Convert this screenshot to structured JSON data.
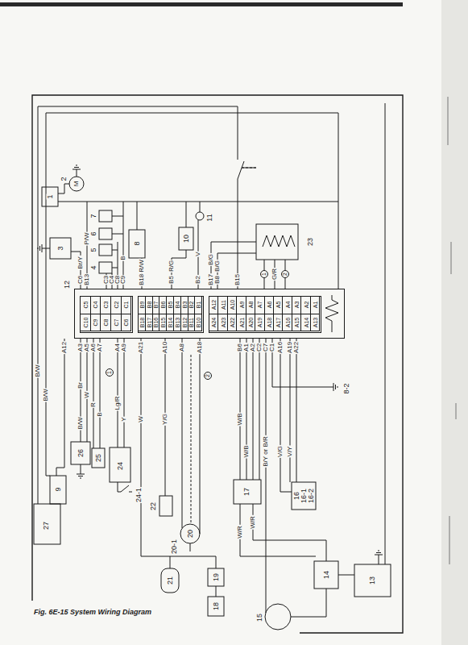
{
  "diagram": {
    "caption": "Fig. 6E-15 System Wiring Diagram",
    "nodes": [
      {
        "text": [
          "12"
        ]
      },
      {
        "text": [
          "C10",
          "C5",
          "C9",
          "C4",
          "C8",
          "C3",
          "C7",
          "C2",
          "C6",
          "C1"
        ],
        "in": 0
      },
      {
        "text": [
          "B18",
          "B9",
          "B17",
          "B8",
          "B16",
          "B7",
          "B15",
          "B6",
          "B14",
          "B5",
          "B13",
          "B4",
          "B12",
          "B3",
          "B11",
          "B2",
          "B10",
          "B1"
        ],
        "in": 0
      },
      {
        "text": [
          "A24",
          "A12",
          "A23",
          "A11",
          "A22",
          "A10",
          "A21",
          "A9",
          "A20",
          "A8",
          "A19",
          "A7",
          "A18",
          "A6",
          "A17",
          "A5",
          "A16",
          "A4",
          "A15",
          "A3",
          "A14",
          "A2",
          "A13",
          "A1"
        ],
        "in": 0
      }
    ],
    "labels": [
      "1",
      "2",
      "3",
      "4",
      "5",
      "6",
      "7",
      "8",
      "9",
      "10",
      "11",
      "13",
      "14",
      "15",
      "16",
      "16-1",
      "16-2",
      "17",
      "18",
      "19",
      "20",
      "20-1",
      "21",
      "22",
      "23",
      "24",
      "24-1",
      "25",
      "26",
      "27",
      "8-2",
      "M",
      "1",
      "G/R",
      "2",
      "1",
      "2",
      "C6",
      "B13",
      "C3",
      "C4",
      "C8",
      "C9",
      "B18",
      "B5",
      "B2",
      "B17",
      "B8",
      "B15",
      "Br/Y",
      "P/W",
      "B",
      "R/W",
      "R/G",
      "V",
      "B/G",
      "B/G",
      "A12",
      "A3",
      "A5",
      "A6",
      "A7",
      "A4",
      "A9",
      "A21",
      "A10",
      "A8",
      "A18",
      "B6",
      "A1",
      "A2",
      "C2",
      "C7",
      "C1",
      "A16",
      "A19",
      "A22",
      "B/W",
      "B/W",
      "Br",
      "W",
      "R",
      "B",
      "B/W",
      "Lg/R",
      "Y",
      "W",
      "Y/G",
      "W/B",
      "W/B",
      "B/Y or B/R",
      "V/G",
      "V/Y",
      "W/R",
      "W/R"
    ]
  }
}
